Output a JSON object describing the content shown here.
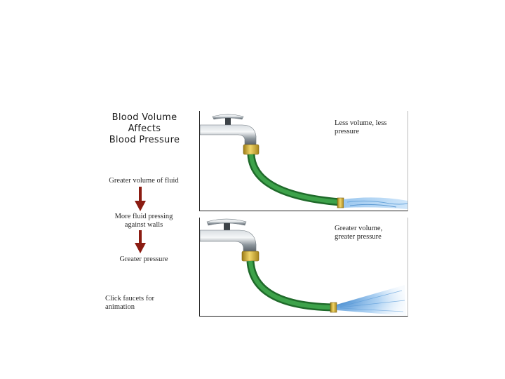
{
  "title": {
    "line1": "Blood Volume",
    "line2": "Affects",
    "line3": "Blood Pressure"
  },
  "steps": {
    "step1": "Greater volume of fluid",
    "step2_line1": "More fluid pressing",
    "step2_line2": "against walls",
    "step3": "Greater pressure"
  },
  "instruction": {
    "line1": "Click faucets for",
    "line2": "animation"
  },
  "panels": {
    "top_line1": "Less volume, less",
    "top_line2": "pressure",
    "bottom_line1": "Greater volume,",
    "bottom_line2": "greater pressure"
  },
  "colors": {
    "hose": "#2f8b3a",
    "brass": "#d6b43a",
    "chrome": "#9aa3aa",
    "water": "#7fb4e6",
    "arrow": "#8b1c12"
  }
}
